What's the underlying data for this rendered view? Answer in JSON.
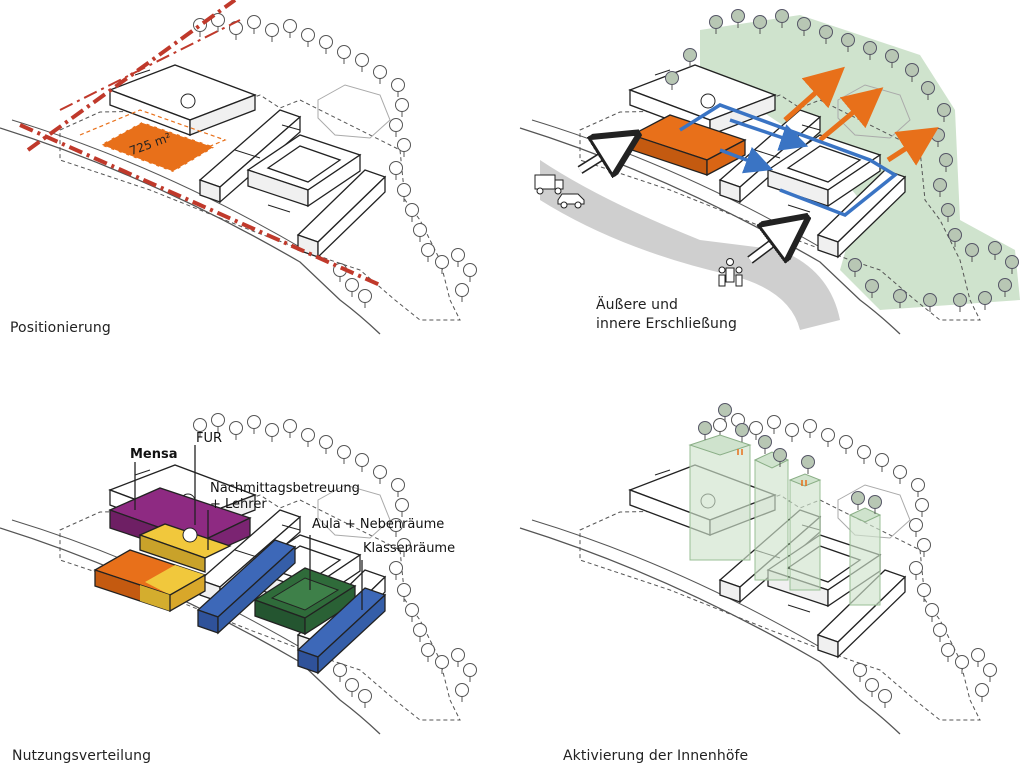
{
  "panels": [
    {
      "caption": "Positionierung",
      "area_label": "725 m²"
    },
    {
      "caption_line1": "Äußere und",
      "caption_line2": "innere Erschließung"
    },
    {
      "caption": "Nutzungsverteilung",
      "labels": {
        "mensa": "Mensa",
        "fur": "FUR",
        "nachmittag_line1": "Nachmittagsbetreuung",
        "nachmittag_line2": "+ Lehrer",
        "aula": "Aula + Nebenräume",
        "klassen": "Klassenräume"
      }
    },
    {
      "caption": "Aktivierung der Innenhöfe"
    }
  ],
  "colors": {
    "orange": "#e8701a",
    "red_dash": "#c0392b",
    "blue_arrow": "#3a74c4",
    "purple": "#8e2a82",
    "yellow": "#f1c83c",
    "blue": "#3d68b8",
    "green": "#2f6b3a",
    "light_green": "#cfe3cd",
    "tree": "#b8c7b4"
  },
  "icons": [
    "truck-icon",
    "car-icon",
    "people-icon",
    "tree-icon",
    "arrow-icon"
  ]
}
